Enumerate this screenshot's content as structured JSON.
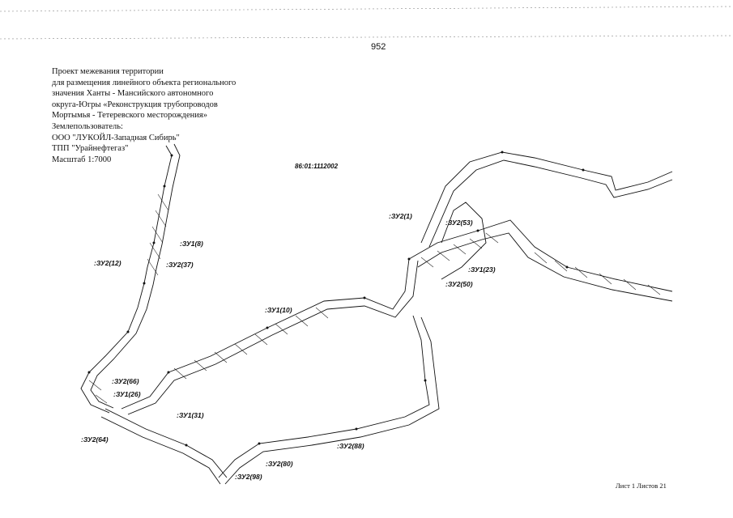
{
  "page_number": "952",
  "header": {
    "lines": [
      "Проект межевания территории",
      "для размещения линейного объекта регионального",
      "значения Ханты - Мансийского автономного",
      "округа-Югры «Реконструкция трубопроводов",
      "Мортымья - Тетеревского месторождения»",
      "Землепользователь:",
      "ООО \"ЛУКОЙЛ-Западная Сибирь\"",
      "ТПП \"Урайнефтегаз\"",
      "Масштаб 1:7000"
    ]
  },
  "cadastral_block": "86:01:1112002",
  "zone_labels": {
    "zu1_8": ":ЗУ1(8)",
    "zu2_12": ":ЗУ2(12)",
    "zu2_37": ":ЗУ2(37)",
    "zu2_1": ":ЗУ2(1)",
    "zu2_53": ":ЗУ2(53)",
    "zu1_23": ":ЗУ1(23)",
    "zu2_50": ":ЗУ2(50)",
    "zu1_10": ":ЗУ1(10)",
    "zu2_66": ":ЗУ2(66)",
    "zu1_26": ":ЗУ1(26)",
    "zu1_31": ":ЗУ1(31)",
    "zu2_64": ":ЗУ2(64)",
    "zu2_88": ":ЗУ2(88)",
    "zu2_80": ":ЗУ2(80)",
    "zu2_98": ":ЗУ2(98)"
  },
  "sheet_info": "Лист 1 Листов 21",
  "colors": {
    "ink": "#111111",
    "paper": "#ffffff"
  }
}
